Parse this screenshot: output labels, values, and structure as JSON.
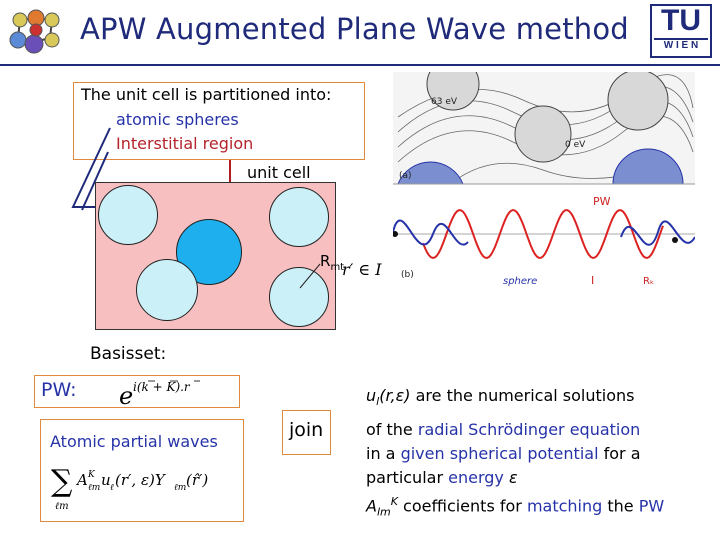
{
  "title": "APW Augmented Plane Wave method",
  "logo_right": {
    "top": "TU",
    "bottom": "W I E N"
  },
  "partition": {
    "intro": "The unit cell is partitioned into:",
    "item1": "atomic spheres",
    "item2": "Interstitial region"
  },
  "unit_cell_label": "unit cell",
  "rmt": {
    "base": "R",
    "sub": "mt"
  },
  "r_in_i": "r′ ∈ I",
  "figure": {
    "label_63": "63 eV",
    "label_0": "0 eV",
    "label_a": "(a)",
    "label_b": "(b)",
    "label_pw": "PW",
    "label_sphere": "sphere",
    "label_i": "I",
    "label_rk": "Rₖ"
  },
  "basisset_label": "Basisset:",
  "pw_label": "PW:",
  "atomic_partial_waves_label": "Atomic partial waves",
  "join_label": "join",
  "explanation": {
    "ul": "u",
    "ul_sub": "l",
    "ul_args": "(r,ε)",
    "line1_rest": "are the numerical solutions",
    "line2_a": "of the ",
    "line2_b": "radial Schrödinger equation",
    "line3_a": "in a ",
    "line3_b": "given spherical potential",
    "line3_c": " for a",
    "line4_a": "particular ",
    "line4_b": "energy",
    "line4_c": " ε",
    "line5_a": "A",
    "line5_sub": "lm",
    "line5_sup": "K",
    "line5_b": " coefficients for ",
    "line5_c": "matching",
    "line5_d": " the ",
    "line5_e": "PW"
  },
  "colors": {
    "title": "#1f2a7a",
    "blue_text": "#2633a8",
    "red_text": "#b5232b",
    "box_border": "#e08a40",
    "cell": "#f7bfc0",
    "sphere": "#ccf0f8",
    "sphere_center": "#1eb0ee"
  }
}
